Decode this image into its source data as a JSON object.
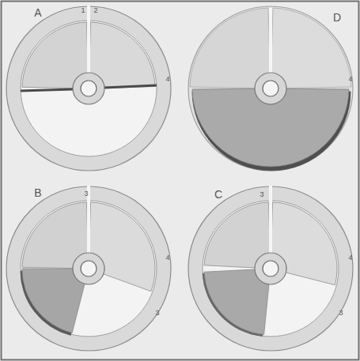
{
  "diagram": {
    "labels": [
      "A",
      "1",
      "2",
      "D",
      "4",
      "4",
      "B",
      "3",
      "4",
      "3",
      "C",
      "3",
      "4",
      "3"
    ]
  }
}
